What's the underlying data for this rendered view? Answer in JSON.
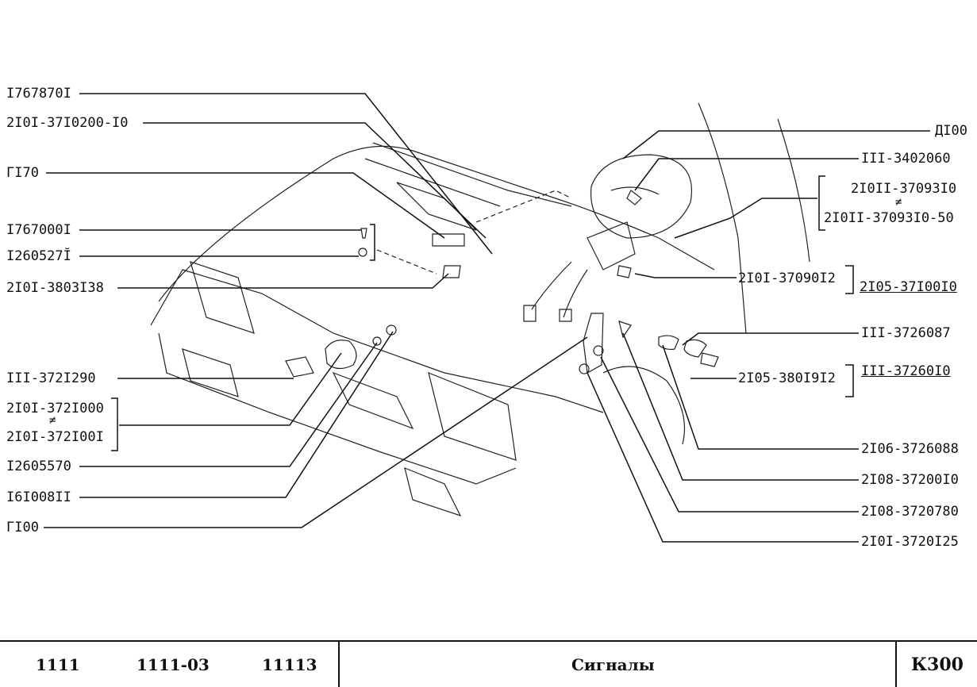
{
  "labels_left": {
    "l1": "I767870I",
    "l2": "2I0I-37I0200-I0",
    "l3": "ГI70",
    "l4": "I767000I",
    "l5": "I260527Ĭ",
    "l6": "2I0I-3803I38",
    "l7": "III-372I290",
    "l8a": "2I0I-372I000",
    "l8b": "2I0I-372I00I",
    "l9": "I2605570",
    "l10": "I6I008II",
    "l11": "ГI00"
  },
  "labels_right": {
    "r1": "ДI00",
    "r2": "III-3402060",
    "r3a": "2I0II-37093I0",
    "r3b": "2I0II-37093I0-50",
    "r4": "2I0I-37090I2",
    "r4b": "2I05-37I00I0",
    "r5": "III-3726087",
    "r5b": "III-37260I0",
    "r6": "2I05-380I9I2",
    "r7": "2I06-3726088",
    "r8": "2I08-37200I0",
    "r9": "2I08-3720780",
    "r10": "2I0I-3720I25"
  },
  "neq_symbol": "≠",
  "footer": {
    "model1": "1111",
    "model2": "1111-03",
    "model3": "11113",
    "title": "Сигналы",
    "code": "К300"
  }
}
